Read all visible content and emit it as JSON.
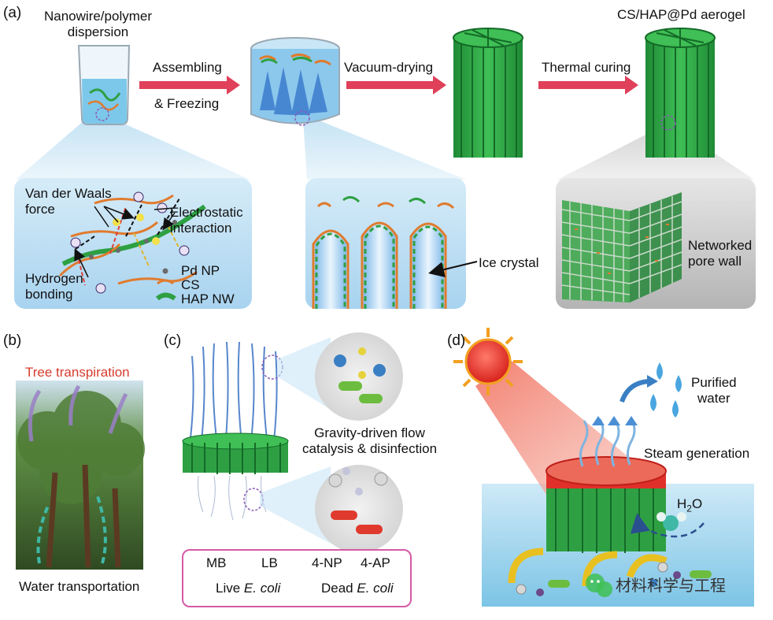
{
  "panels": {
    "a": "(a)",
    "b": "(b)",
    "c": "(c)",
    "d": "(d)"
  },
  "panel_a": {
    "dispersion": "Nanowire/polymer\ndispersion",
    "step1": "Assembling",
    "step1b": "& Freezing",
    "step2": "Vacuum-drying",
    "step3": "Thermal curing",
    "product": "CS/HAP@Pd aerogel",
    "vdw": "Van der Waals\nforce",
    "electro": "Electrostatic\ninteraction",
    "hbond": "Hydrogen\nbonding",
    "legend": [
      "Pd NP",
      "CS",
      "HAP NW"
    ],
    "ice": "Ice crystal",
    "wall": "Networked\npore wall"
  },
  "panel_b": {
    "top": "Tree transpiration",
    "bottom": "Water transportation"
  },
  "panel_c": {
    "flow": "Gravity-driven flow\ncatalysis & disinfection",
    "legend_row1": [
      "MB",
      "LB",
      "4-NP",
      "4-AP"
    ],
    "live_prefix": "Live",
    "live_italic": "E. coli",
    "dead_prefix": "Dead",
    "dead_italic": "E. coli"
  },
  "panel_d": {
    "purified": "Purified\nwater",
    "steam": "Steam generation",
    "h2o_main": "H",
    "h2o_sub": "2",
    "h2o_end": "O",
    "watermark": "材料科学与工程"
  },
  "colors": {
    "green": "#2ea043",
    "red": "#d63c2c",
    "pink": "#d65aa7",
    "arrow": "#e0405a",
    "ice": "#4a90d9"
  }
}
